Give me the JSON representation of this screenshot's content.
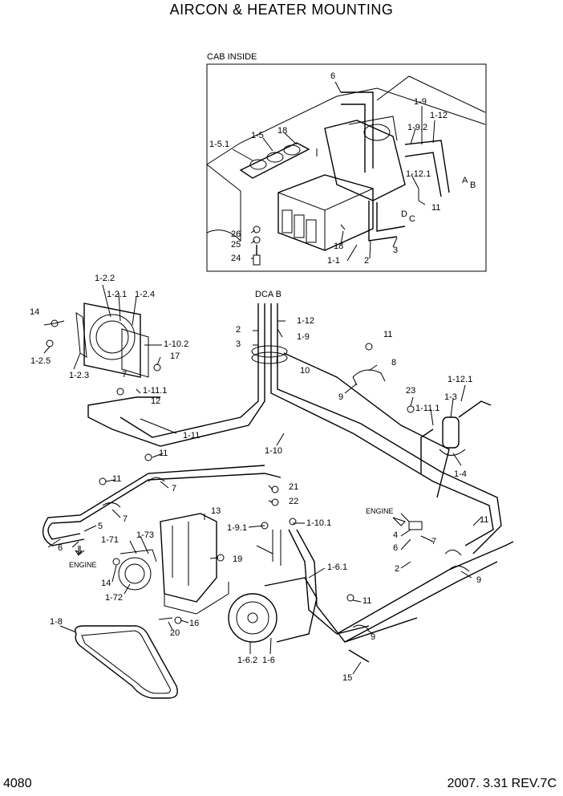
{
  "title": "AIRCON & HEATER MOUNTING",
  "footer": {
    "page": "4080",
    "date_rev": "2007. 3.31  REV.7C"
  },
  "inset": {
    "label": "CAB INSIDE"
  },
  "engine_label": "ENGINE",
  "callouts": {
    "c6a": "6",
    "c19": "1-9",
    "c192": "1-9.2",
    "c112a": "1-12",
    "c151": "1-5.1",
    "c15": "1-5",
    "c18a": "18",
    "c1121a": "1-12.1",
    "cA1": "A",
    "cB1": "B",
    "c11a": "11",
    "cD1": "D",
    "cC1": "C",
    "c26": "26",
    "c25": "25",
    "c24": "24",
    "c18b": "18",
    "c2a": "2",
    "c3a": "3",
    "c11in": "1-1",
    "c122": "1-2.2",
    "c121": "1-2.1",
    "c124": "1-2.4",
    "c14a": "14",
    "c1102": "1-10.2",
    "c17": "17",
    "c125": "1-2.5",
    "c123": "1-2.3",
    "c7a": "7",
    "c1111a": "1-11.1",
    "c12": "12",
    "c111": "1-11",
    "cDCAB": "DCA B",
    "c2b": "2",
    "c3b": "3",
    "c112b": "1-12",
    "c19b": "1-9",
    "c10": "10",
    "c11b": "11",
    "c8": "8",
    "c9a": "9",
    "c110": "1-10",
    "c23": "23",
    "c1111b": "1-11.1",
    "c13b": "1-3",
    "c1121b": "1-12.1",
    "c14b": "1-4",
    "c11c": "11",
    "c11d": "11",
    "c7b": "7",
    "c7c": "7",
    "c21": "21",
    "c22": "22",
    "c13": "13",
    "c191": "1-9.1",
    "c1101": "1-10.1",
    "c4": "4",
    "c7d": "7",
    "c11e": "11",
    "c5": "5",
    "c6b": "6",
    "c6c": "6",
    "c171": "1-71",
    "c173": "1-73",
    "c19x": "19",
    "c14c": "14",
    "c172": "1-72",
    "c161": "1-6.1",
    "c2c": "2",
    "c9b": "9",
    "c16": "16",
    "c20": "20",
    "c11f": "11",
    "c9c": "9",
    "c18": "1-8",
    "c162": "1-6.2",
    "c16b": "1-6",
    "c15b": "15"
  }
}
